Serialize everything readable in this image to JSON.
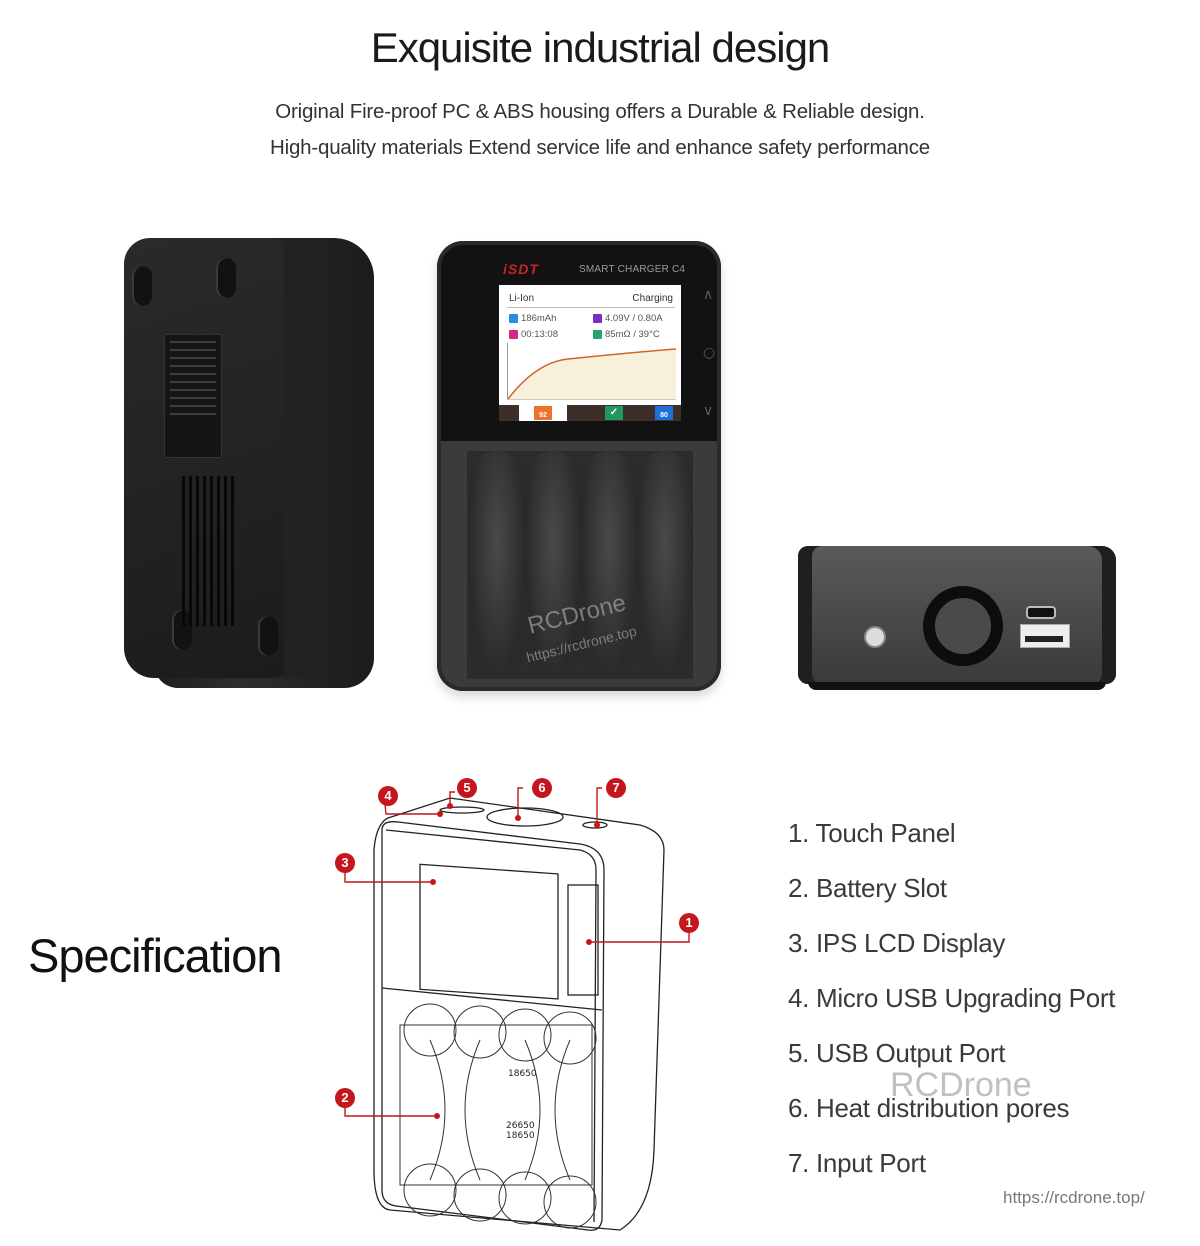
{
  "header": {
    "title": "Exquisite industrial design",
    "subtitle_line1": "Original Fire-proof PC & ABS housing offers a Durable & Reliable design.",
    "subtitle_line2": "High-quality materials Extend service life and enhance safety performance"
  },
  "product": {
    "brand": "iSDT",
    "model": "SMART CHARGER C4",
    "lcd": {
      "chemistry": "Li-Ion",
      "status": "Charging",
      "capacity": "186mAh",
      "voltage_current": "4.09V / 0.80A",
      "elapsed": "00:13:08",
      "resistance_temp": "85mΩ / 39°C",
      "tabs": [
        {
          "icon": "battery-icon",
          "value": "92",
          "color": "#e9732a"
        },
        {
          "icon": "check-icon",
          "value": "",
          "color": "#1f9a5c"
        },
        {
          "icon": "battery-icon",
          "value": "80",
          "color": "#1e6fd8"
        }
      ],
      "icon_colors": {
        "capacity": "#2a8ce0",
        "time": "#d8277f",
        "voltage": "#7a2fc4",
        "resistance": "#26a372"
      },
      "curve_color": "#d2642a"
    },
    "touch_buttons": [
      {
        "icon": "chevron-up-icon",
        "glyph": "∧"
      },
      {
        "icon": "circle-icon",
        "glyph": "○"
      },
      {
        "icon": "chevron-down-icon",
        "glyph": "∨"
      }
    ],
    "watermark_brand": "RCDrone",
    "watermark_url": "https://rcdrone.top"
  },
  "specification": {
    "title": "Specification",
    "callouts": [
      "1",
      "2",
      "3",
      "4",
      "5",
      "6",
      "7"
    ],
    "items": [
      "1. Touch Panel",
      "2. Battery Slot",
      "3. IPS LCD Display",
      "4. Micro USB Upgrading Port",
      "5. USB Output Port",
      "6. Heat distribution pores",
      "7. Input Port"
    ],
    "accent_color": "#c4161c"
  },
  "footer": {
    "watermark": "RCDrone",
    "url": "https://rcdrone.top/"
  }
}
